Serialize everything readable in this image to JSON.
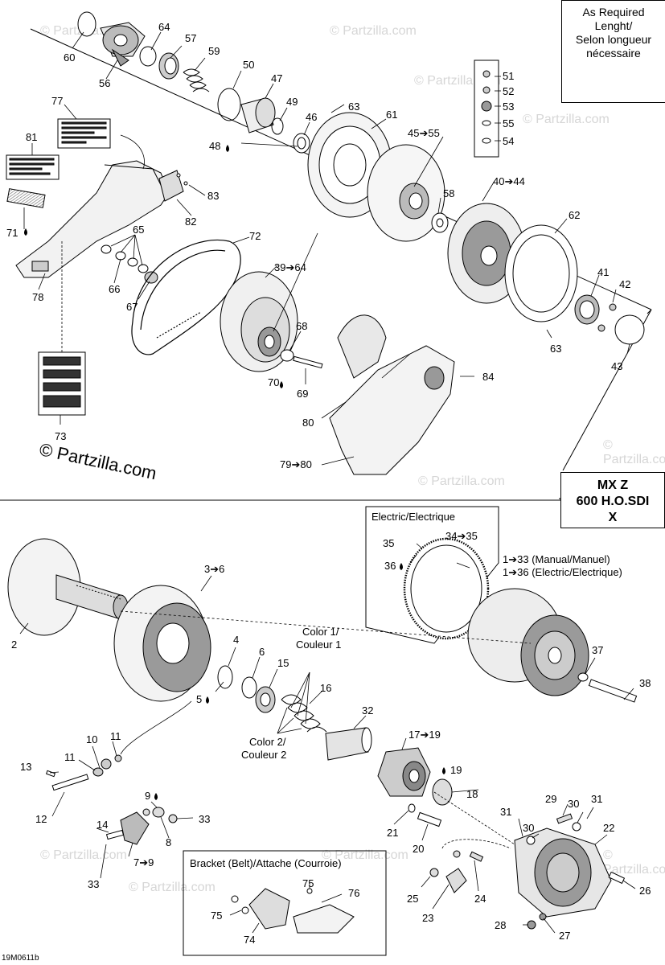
{
  "note_box": {
    "lines": [
      "As Required",
      "Lenght/",
      "Selon longueur",
      "nécessaire"
    ]
  },
  "model_box": {
    "lines": [
      "MX Z",
      "600 H.O.SDI",
      "X"
    ]
  },
  "watermark": "© Partzilla.com",
  "watermark_small": "© Partzilla.com",
  "diagram_code": "19M0611b",
  "subassemblies": {
    "electric": "Electric/Electrique",
    "bracket": "Bracket (Belt)/Attache (Courroie)"
  },
  "callouts": {
    "c60": "60",
    "c64": "64",
    "c57": "57",
    "c59": "59",
    "c56": "56",
    "c50": "50",
    "c47": "47",
    "c49": "49",
    "c63a": "63",
    "c46": "46",
    "c61": "61",
    "c48": "48",
    "c45": "45➔55",
    "c51": "51",
    "c52": "52",
    "c53": "53",
    "c55": "55",
    "c54": "54",
    "c44": "44",
    "c77": "77",
    "c81": "81",
    "c83": "83",
    "c82": "82",
    "c71": "71",
    "c65": "65",
    "c66": "66",
    "c67": "67",
    "c78": "78",
    "c72": "72",
    "c39": "39➔64",
    "c58": "58",
    "c40": "40➔44",
    "c62": "62",
    "c41": "41",
    "c42": "42",
    "c63b": "63",
    "c43": "43",
    "c68": "68",
    "c70": "70",
    "c69": "69",
    "c84": "84",
    "c80": "80",
    "c79": "79➔80",
    "c73": "73",
    "c35": "35",
    "c34": "34➔35",
    "c36": "36",
    "c1m": "1➔33 (Manual/Manuel)",
    "c1e": "1➔36 (Electric/Electrique)",
    "c3": "3➔6",
    "c2": "2",
    "c4": "4",
    "c6": "6",
    "c15": "15",
    "c5": "5",
    "c16": "16",
    "col1a": "Color 1/",
    "col1b": "Couleur 1",
    "col2a": "Color 2/",
    "col2b": "Couleur 2",
    "c32": "32",
    "c37": "37",
    "c38": "38",
    "c17": "17➔19",
    "c19": "19",
    "c18": "18",
    "c10": "10",
    "c11a": "11",
    "c11b": "11",
    "c13": "13",
    "c12": "12",
    "c9": "9",
    "c33a": "33",
    "c8": "8",
    "c14": "14",
    "c7": "7➔9",
    "c33b": "33",
    "c21": "21",
    "c20": "20",
    "c29": "29",
    "c30a": "30",
    "c31a": "31",
    "c31b": "31",
    "c30b": "30",
    "c22": "22",
    "c25": "25",
    "c24": "24",
    "c23": "23",
    "c26": "26",
    "c28": "28",
    "c27": "27",
    "c75a": "75",
    "c76": "76",
    "c75b": "75",
    "c74": "74"
  },
  "colors": {
    "line": "#000000",
    "shade": "#9a9a9a",
    "light": "#dcdcdc",
    "watermark": "#d6d6d6"
  }
}
